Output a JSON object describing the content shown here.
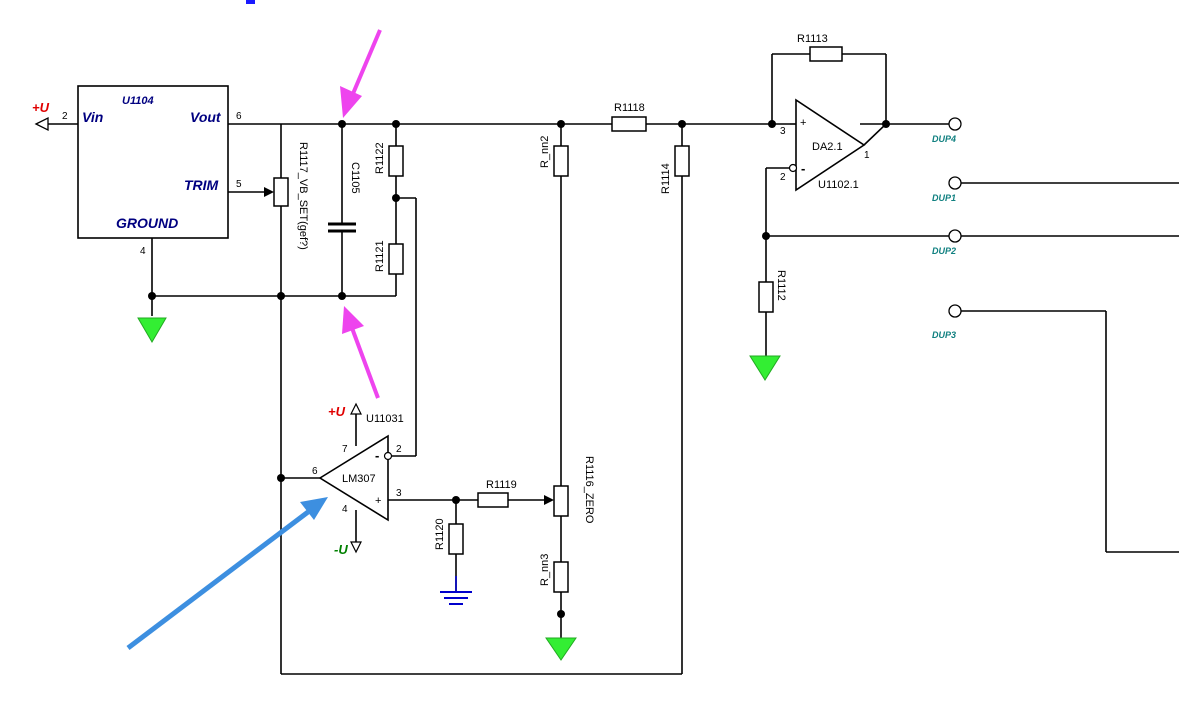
{
  "regulator": {
    "name": "U1104",
    "vin": "Vin",
    "vout": "Vout",
    "trim": "TRIM",
    "ground": "GROUND",
    "pin_vin": "2",
    "pin_vout": "6",
    "pin_trim": "5",
    "pin_ground": "4"
  },
  "power": {
    "plus": "+U",
    "minus": "-U"
  },
  "resistors": {
    "r1117": "R1117_VB_SET(gef?)",
    "r1122": "R1122",
    "r1121": "R1121",
    "rnn2": "R_nn2",
    "r1118": "R1118",
    "r1114": "R1114",
    "r1113": "R1113",
    "r1112": "R1112",
    "r1119": "R1119",
    "r1120": "R1120",
    "r1116": "R1116_ZERO",
    "rnn3": "R_nn3"
  },
  "capacitor": {
    "c1105": "C1105"
  },
  "opamp1": {
    "ref": "U11031",
    "part": "LM307",
    "pin_out": "6",
    "pin_inv": "2",
    "pin_noninv": "3",
    "pin_vplus": "7",
    "pin_vminus": "4",
    "sign_minus": "-",
    "sign_plus": "+"
  },
  "opamp2": {
    "ref": "DA2.1",
    "part": "U1102.1",
    "pin_noninv": "3",
    "pin_inv": "2",
    "pin_out": "1",
    "sign_plus": "+",
    "sign_minus": "-"
  },
  "connectors": [
    "DUP4",
    "DUP1",
    "DUP2",
    "DUP3"
  ],
  "colors": {
    "arrow_pink": "#ee44ee",
    "arrow_blue": "#3d8fe0",
    "ground_green": "#33ee33",
    "ground_blue": "#0000cc",
    "dup_teal": "#108080",
    "chip_navy": "#000080"
  }
}
